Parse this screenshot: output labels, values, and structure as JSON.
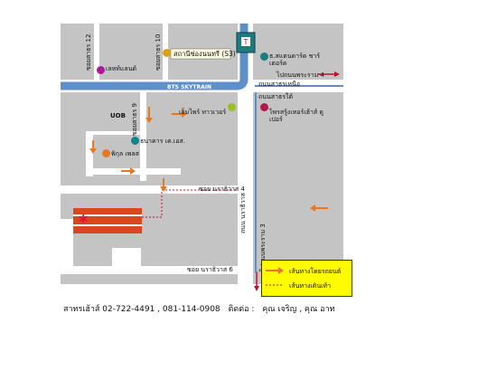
{
  "places": {
    "station": "สถานีช่องนนทรี (S3)",
    "skytrain": "BTS SKYTRAIN",
    "nara_tower": "ธ.สแตนดาร์ด ชาร์เตอร์ด",
    "lehtland": "เลหท์แลนด์",
    "uob": "UOB",
    "empire": "เอ็มไพร์ ทาวเวอร์",
    "bank": "ธนาคาร เค.เอส.",
    "pikul": "พิกุล เพลส",
    "property": "ไพรสรู้งเทอร์เฮ้าส์ ดูเปอร์"
  },
  "roads": {
    "soi12": "ซอยสาธร 12",
    "soi10": "ซอยสาธร 10",
    "soi9": "ซอยสาธร 9",
    "sathorn_north": "ถนนสาธรเหนือ",
    "sathorn_south": "ถนนสาธรใต้",
    "to_rama4": "ไปถนนพระราม 4",
    "narathiwat4": "ซอย นราธิวาส 4",
    "narathiwat6": "ซอย นราธิวาส 6",
    "narathiwat_road": "ถนน นราธิวาส",
    "to_rama3": "ไปถนนพระราม 3"
  },
  "legend": {
    "car_route": "เส้นทางโดยรถยนต์",
    "walk_route": "เส้นทางเดินเท้า"
  },
  "footer": {
    "office": "สาทรเฮ้าส์ 02-722-4491 , 081-114-0908",
    "contact": "ติดต่อ :",
    "person": "คุณ เจริญ , คุณ อาท"
  },
  "colors": {
    "block": "#c4c4c4",
    "road": "#ffffff",
    "skytrain": "#5f8fc8",
    "route": "#e87722",
    "target": "#d9481c",
    "star": "#e0102f"
  }
}
